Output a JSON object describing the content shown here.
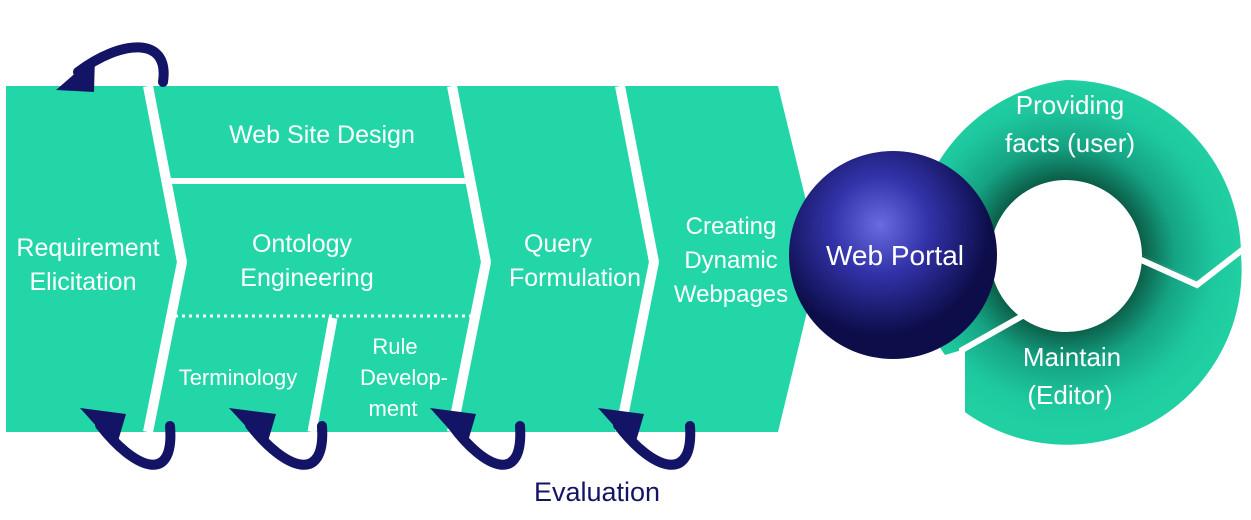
{
  "stages": {
    "requirement_l1": "Requirement",
    "requirement_l2": "Elicitation",
    "web_site_design": "Web Site Design",
    "ontology_l1": "Ontology",
    "ontology_l2": "Engineering",
    "terminology": "Terminology",
    "rule_l1": "Rule",
    "rule_l2": "Develop-",
    "rule_l3": "ment",
    "query_l1": "Query",
    "query_l2": "Formulation",
    "creating_l1": "Creating",
    "creating_l2": "Dynamic",
    "creating_l3": "Webpages"
  },
  "portal": {
    "label": "Web Portal",
    "providing_l1": "Providing",
    "providing_l2": "facts (user)",
    "maintain_l1": "Maintain",
    "maintain_l2": "(Editor)"
  },
  "evaluation": "Evaluation",
  "colors": {
    "dark_start": "#0a1420",
    "mid_blue": "#1a6e8e",
    "teal": "#17b49a",
    "mint": "#1fd1a4",
    "ring": "#1ec89e",
    "ring_glow": "#0a6a54",
    "portal_light": "#5e5ed4",
    "portal_dark": "#12125e",
    "arrow": "#141466",
    "divider": "#ffffff"
  }
}
